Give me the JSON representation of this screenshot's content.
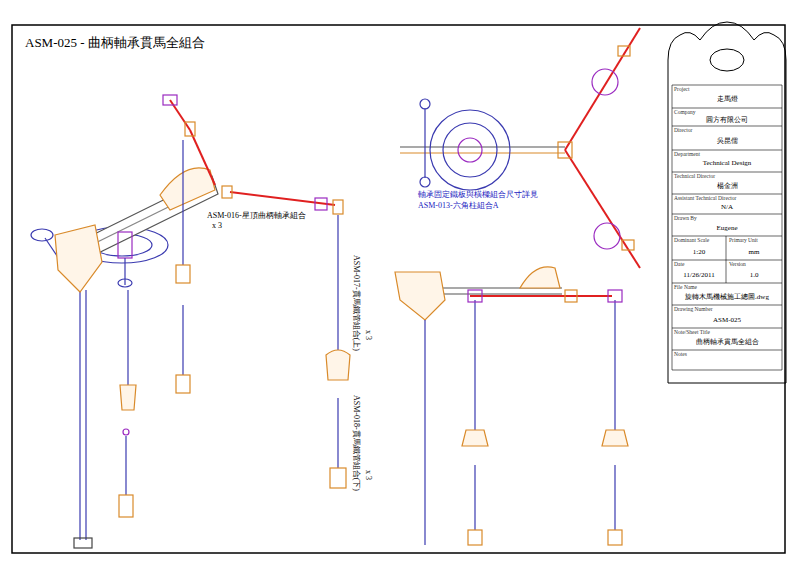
{
  "diagram": {
    "title": "ASM-025 - 曲柄軸承貫馬全組合",
    "labels": [
      "ASM-016-星頂曲柄軸承組合",
      "x 3",
      "ASM-017-貫馬鐵管組合(上)",
      "x 3",
      "ASM-018-貫馬鐵管組合(下)",
      "x 3",
      "軸承固定鐵板與橫樑組合尺寸詳見",
      "ASM-013-六角柱組合A",
      "Project",
      "走馬燈",
      "Company",
      "圓方有限公司",
      "Director",
      "吳昆儒",
      "Department",
      "Technical Design",
      "Technical Director",
      "楊金洲",
      "Assistant Technical Director",
      "N/A",
      "Drawn By",
      "Eugene",
      "Dominant Scale",
      "Primary Unit",
      "1:20",
      "mm",
      "Date",
      "Version",
      "11/26/2011",
      "1.0",
      "File Name",
      "旋轉木馬機械施工總圖.dwg",
      "Drawing Number",
      "ASM-025",
      "Note/Sheet Title",
      "曲柄軸承貫馬全組合",
      "Notes"
    ]
  }
}
